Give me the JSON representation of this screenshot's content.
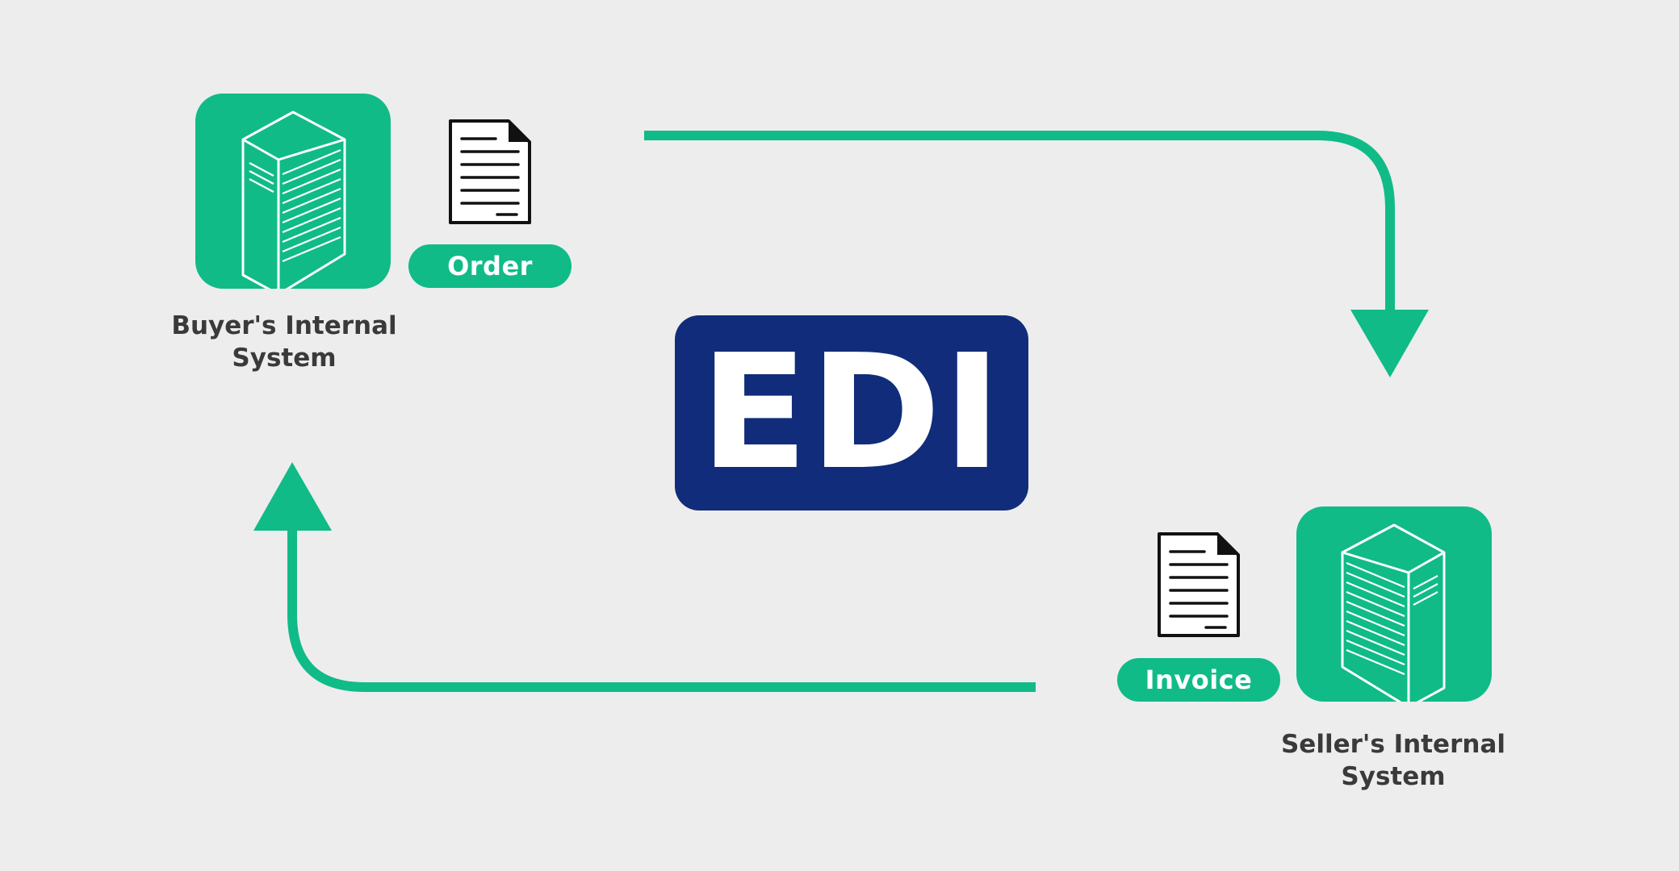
{
  "center": {
    "label": "EDI"
  },
  "buyer": {
    "name_line1": "Buyer's Internal",
    "name_line2": "System",
    "document_label": "Order"
  },
  "seller": {
    "name_line1": "Seller's Internal",
    "name_line2": "System",
    "document_label": "Invoice"
  },
  "colors": {
    "accent": "#10bb87",
    "edi_background": "#112c7a",
    "page_background": "#ededed",
    "label_text": "#3a3a3a"
  },
  "icons": [
    "server-icon",
    "document-icon",
    "arrow-icon"
  ]
}
